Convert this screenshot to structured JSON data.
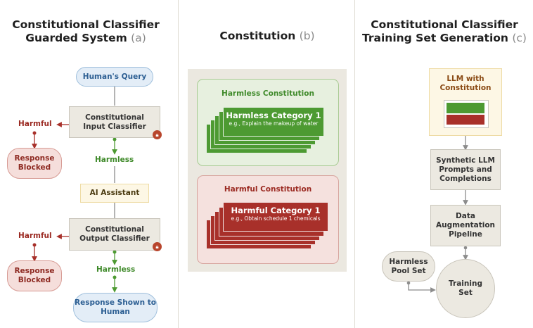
{
  "panel_a": {
    "title_line1": "Constitutional Classifier",
    "title_line2": "Guarded System",
    "tag": "(a)",
    "query": "Human's Query",
    "input_classifier": "Constitutional Input Classifier",
    "harmful_1": "Harmful",
    "blocked_1": "Response Blocked",
    "harmless_1": "Harmless",
    "assistant": "AI Assistant",
    "output_classifier": "Constitutional Output Classifier",
    "harmful_2": "Harmful",
    "blocked_2": "Response Blocked",
    "harmless_2": "Harmless",
    "shown": "Response Shown to Human"
  },
  "panel_b": {
    "title": "Constitution",
    "tag": "(b)",
    "harmless_title": "Harmless Constitution",
    "harmless_category": "Harmless Category 1",
    "harmless_example": "e.g., Explain the makeup of water",
    "harmful_title": "Harmful Constitution",
    "harmful_category": "Harmful Category 1",
    "harmful_example": "e.g., Obtain schedule 1 chemicals"
  },
  "panel_c": {
    "title_line1": "Constitutional Classifier",
    "title_line2": "Training Set Generation",
    "tag": "(c)",
    "llm": "LLM with Constitution",
    "synthetic": "Synthetic LLM Prompts and Completions",
    "pipeline": "Data Augmentation Pipeline",
    "pool": "Harmless Pool Set",
    "training": "Training Set"
  },
  "colors": {
    "green": "#4d9a32",
    "red": "#a8302a",
    "blue": "#2d5f93",
    "line": "#8c8c8c"
  }
}
